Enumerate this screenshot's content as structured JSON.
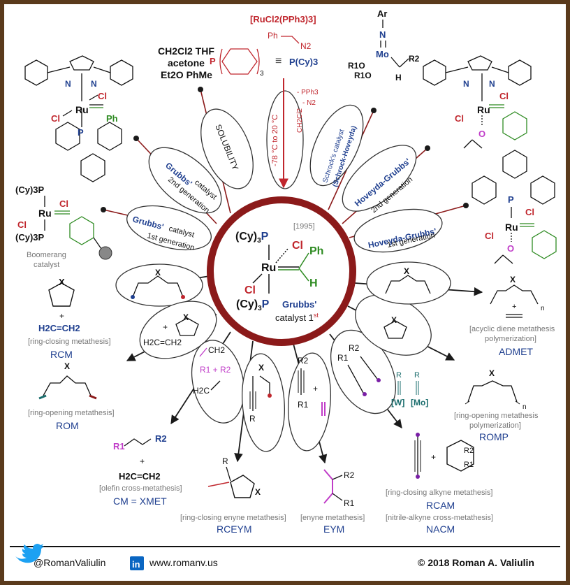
{
  "center": {
    "year": "[1995]",
    "pcy3_top": "(Cy)",
    "pcy3_bottom": "(Cy)",
    "sub3": "3",
    "p": "P",
    "ru": "Ru",
    "cl": "Cl",
    "ph": "Ph",
    "h": "H",
    "name": "Grubbs'",
    "gen": "catalyst 1",
    "gen_sup": "st"
  },
  "solvents": [
    "CH2Cl2 THF",
    "acetone",
    "Et2O PhMe"
  ],
  "synthesis": {
    "reagent": "[RuCl2(PPh3)3]",
    "ph_n2": "Ph",
    "n2": "N2",
    "pcy3": "P(Cy)3",
    "cond": "-78 °C to 20 °C",
    "minus_pph3": "- PPh3",
    "minus_n2": "- N2",
    "solvent": "CH2Cl2"
  },
  "petals": [
    {
      "l1": "SOLUBILITY",
      "l2": "",
      "l3": ""
    },
    {
      "l1": "Grubbs'",
      "l2": "catalyst",
      "l3": "2nd generation"
    },
    {
      "l1": "Grubbs'",
      "l2": "catalyst",
      "l3": "1st generation"
    },
    {
      "l1": "Schrock's catalyst",
      "l2": "(Schrock-Hoveyda)",
      "l3": ""
    },
    {
      "l1": "Hoveyda-Grubbs'",
      "l2": "2nd generation",
      "l3": ""
    },
    {
      "l1": "Hoveyda-Grubbs'",
      "l2": "1st generation",
      "l3": ""
    }
  ],
  "schrock": {
    "ar": "Ar",
    "n": "N",
    "mo": "Mo",
    "r1o_a": "R1O",
    "r1o_b": "R1O",
    "r2": "R2",
    "h": "H"
  },
  "boomerang": {
    "p1": "(Cy)3P",
    "p2": "(Cy)3P",
    "ru": "Ru",
    "cl": "Cl",
    "caption": [
      "Boomerang",
      "catalyst"
    ]
  },
  "g2": {
    "ru": "Ru",
    "cl": "Cl",
    "ph": "Ph",
    "n": "N",
    "p": "P"
  },
  "hg2": {
    "ru": "Ru",
    "cl": "Cl",
    "n": "N",
    "o": "O"
  },
  "hg1": {
    "ru": "Ru",
    "cl": "Cl",
    "p": "P",
    "o": "O"
  },
  "reactions": {
    "rcm": {
      "label": "[ring-closing metathesis]",
      "abbr": "RCM",
      "x": "X",
      "plus": "+",
      "eth": "H2C=CH2"
    },
    "rom": {
      "label": "[ring-opening metathesis]",
      "abbr": "ROM",
      "x": "X"
    },
    "cm": {
      "label": "[olefin cross-metathesis]",
      "abbr": "CM = XMET",
      "r1": "R1",
      "r2": "R2",
      "plus": "+",
      "eth": "H2C=CH2"
    },
    "rceym": {
      "label": "[ring-closing enyne metathesis]",
      "abbr": "RCEYM",
      "r": "R",
      "x": "X"
    },
    "eym": {
      "label": "[enyne metathesis]",
      "abbr": "EYM",
      "r1": "R1",
      "r2": "R2"
    },
    "rcam": {
      "label": "[ring-closing alkyne metathesis]",
      "abbr": "RCAM",
      "r1": "R1",
      "r2": "R2",
      "plus": "+"
    },
    "nacm": {
      "label": "[nitrile-alkyne cross-metathesis]",
      "abbr": "NACM"
    },
    "romp": {
      "label": [
        "[ring-opening metathesis",
        "polymerization]"
      ],
      "abbr": "ROMP",
      "x": "X",
      "n": "n"
    },
    "admet": {
      "label": [
        "[acyclic diene metathesis",
        "polymerization]"
      ],
      "abbr": "ADMET",
      "x": "X",
      "n": "n",
      "plus": "+"
    },
    "alk": {
      "r": "R",
      "w": "[W]",
      "mo": "[Mo]"
    }
  },
  "petal_texts": {
    "rcm_x": "X",
    "rcm_plus": "+",
    "romx": "X",
    "eth": "H2C=CH2",
    "cm_ch2": "CH2",
    "cm_r1r2": "R1 + R2",
    "cm_h2c": "H2C",
    "rceym_x": "X",
    "rceym_r": "R",
    "eym_r2": "R2",
    "eym_r1": "R1",
    "eym_plus": "+",
    "rcam_r1": "R1",
    "rcam_r2": "R2",
    "admet_x": "X",
    "romp_x": "X"
  },
  "footer": {
    "twitter": "@RomanValiulin",
    "web": "www.romanv.us",
    "copyright": "© 2018 Roman A. Valiulin"
  },
  "colors": {
    "frame": "#5a3a1c",
    "ring": "#8b1a1a",
    "accent_red": "#c0262d",
    "navy": "#1f3f8f",
    "green": "#2e8b22",
    "magenta": "#c03cc8",
    "teal": "#1a6d6d"
  }
}
